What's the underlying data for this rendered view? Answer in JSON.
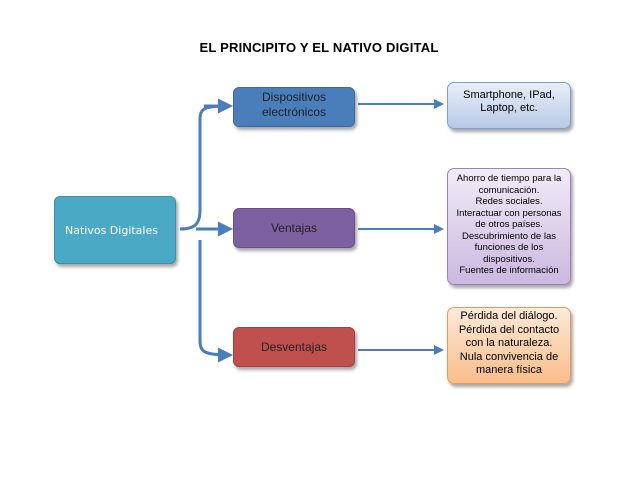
{
  "title": "EL PRINCIPITO Y EL NATIVO DIGITAL",
  "root": {
    "label": "Nativos Digitales"
  },
  "branches": [
    {
      "label": "Dispositivos\nelectrónicos",
      "detail": "Smartphone, IPad,\nLaptop, etc."
    },
    {
      "label": "Ventajas",
      "detail": "Ahorro de tiempo para la\ncomunicación.\nRedes sociales.\nInteractuar con personas\nde otros países.\nDescubrimiento de las\nfunciones de los\ndispositivos.\nFuentes de información"
    },
    {
      "label": "Desventajas",
      "detail": "Pérdida del diálogo.\nPérdida del contacto\ncon la naturaleza.\nNula convivencia de\nmanera física"
    }
  ],
  "colors": {
    "root": "#4aa9c4",
    "branch_1": "#4a7ebb",
    "branch_2": "#7d60a0",
    "branch_3": "#c0504d",
    "connector": "#4a7ebb"
  }
}
